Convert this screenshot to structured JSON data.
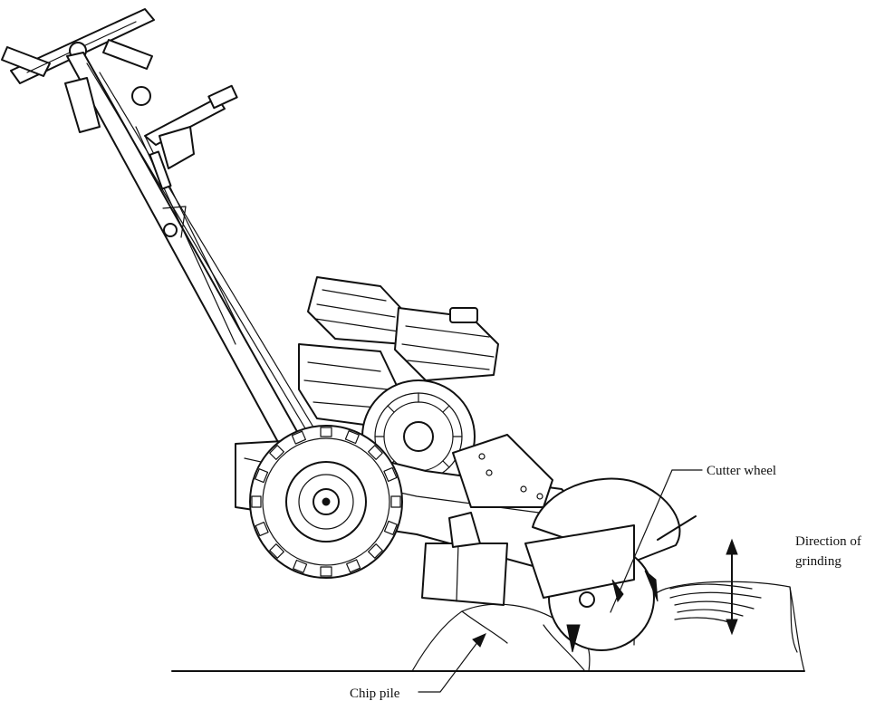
{
  "labels": {
    "cutter_wheel": "Cutter wheel",
    "direction_line1": "Direction of",
    "direction_line2": "grinding",
    "chip_pile": "Chip pile"
  }
}
